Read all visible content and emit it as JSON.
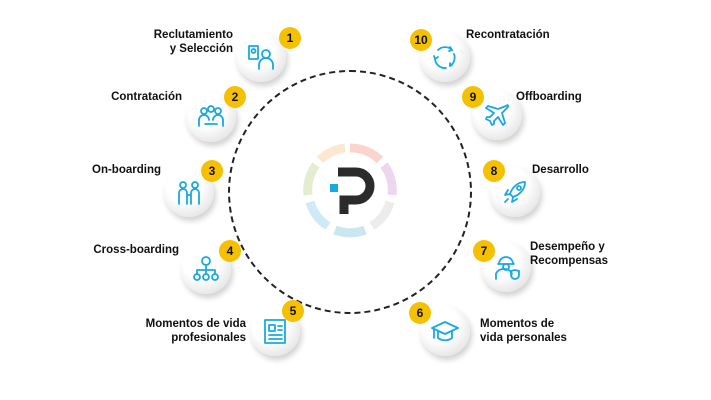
{
  "stages": [
    {
      "num": "1",
      "label": "Reclutamiento\ny Selección",
      "icon": "recruitment-icon"
    },
    {
      "num": "2",
      "label": "Contratación",
      "icon": "team-handshake-icon"
    },
    {
      "num": "3",
      "label": "On-boarding",
      "icon": "onboarding-people-icon"
    },
    {
      "num": "4",
      "label": "Cross-boarding",
      "icon": "org-network-icon"
    },
    {
      "num": "5",
      "label": "Momentos de vida\nprofesionales",
      "icon": "id-card-icon"
    },
    {
      "num": "6",
      "label": "Momentos de\nvida personales",
      "icon": "graduation-cap-icon"
    },
    {
      "num": "7",
      "label": "Desempeño y\nRecompensas",
      "icon": "worker-shield-icon"
    },
    {
      "num": "8",
      "label": "Desarrollo",
      "icon": "rocket-icon"
    },
    {
      "num": "9",
      "label": "Offboarding",
      "icon": "airplane-icon"
    },
    {
      "num": "10",
      "label": "Recontratación",
      "icon": "cycle-arrows-icon"
    }
  ],
  "colors": {
    "accent": "#19a9e1",
    "badge": "#f5c000",
    "logo": "#2b2b2b"
  }
}
